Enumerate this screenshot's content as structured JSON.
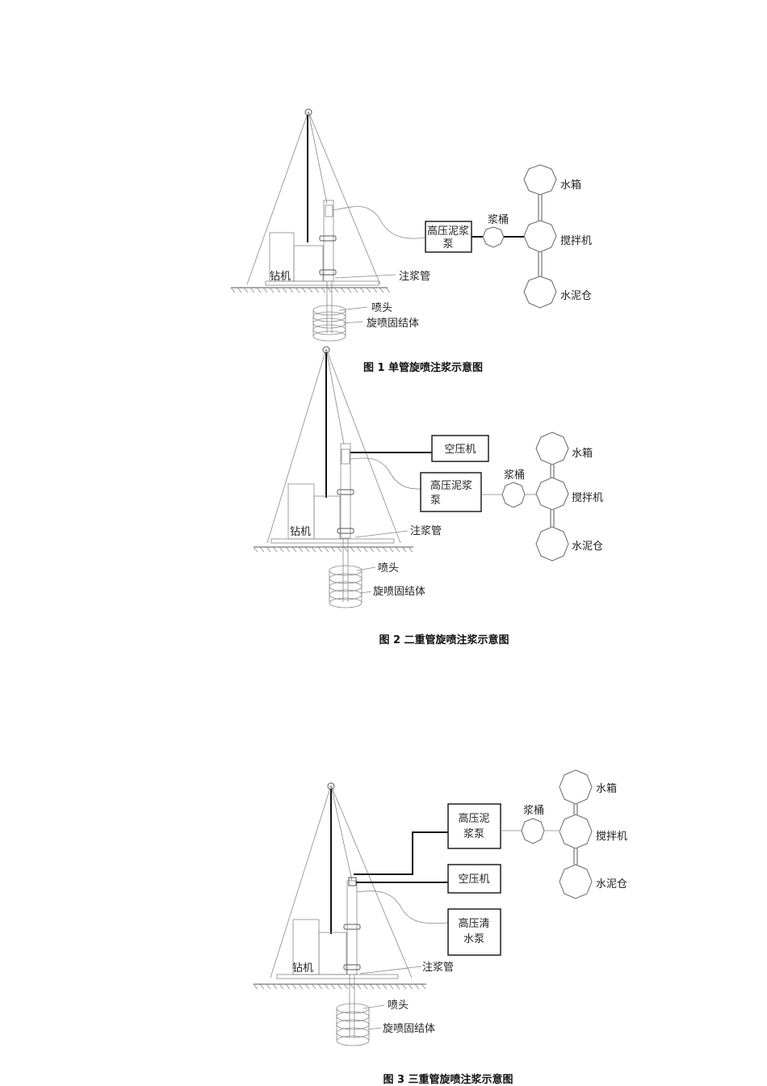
{
  "figures": [
    {
      "caption": "图 1   单管旋喷注浆示意图",
      "labels": {
        "rig": "钻机",
        "grout_pipe": "注浆管",
        "nozzle": "喷头",
        "jet_body": "旋喷固结体",
        "slurry_bucket": "浆桶",
        "water_tank": "水箱",
        "mixer": "搅拌机",
        "cement_silo": "水泥仓"
      },
      "pump_lines": [
        "高压泥浆",
        "泵"
      ]
    },
    {
      "caption": "图 2   二重管旋喷注浆示意图",
      "labels": {
        "rig": "钻机",
        "grout_pipe": "注浆管",
        "nozzle": "喷头",
        "jet_body": "旋喷固结体",
        "slurry_bucket": "浆桶",
        "water_tank": "水箱",
        "mixer": "搅拌机",
        "cement_silo": "水泥仓",
        "compressor": "空压机"
      },
      "pump_lines": [
        "高压泥浆",
        "泵"
      ]
    },
    {
      "caption": "图 3   三重管旋喷注浆示意图",
      "labels": {
        "rig": "钻机",
        "grout_pipe": "注浆管",
        "nozzle": "喷头",
        "jet_body": "旋喷固结体",
        "slurry_bucket": "浆桶",
        "water_tank": "水箱",
        "mixer": "搅拌机",
        "cement_silo": "水泥仓",
        "compressor": "空压机"
      },
      "pump_lines": [
        "高压泥",
        "浆泵"
      ],
      "water_pump_lines": [
        "高压清",
        "水泵"
      ]
    }
  ]
}
